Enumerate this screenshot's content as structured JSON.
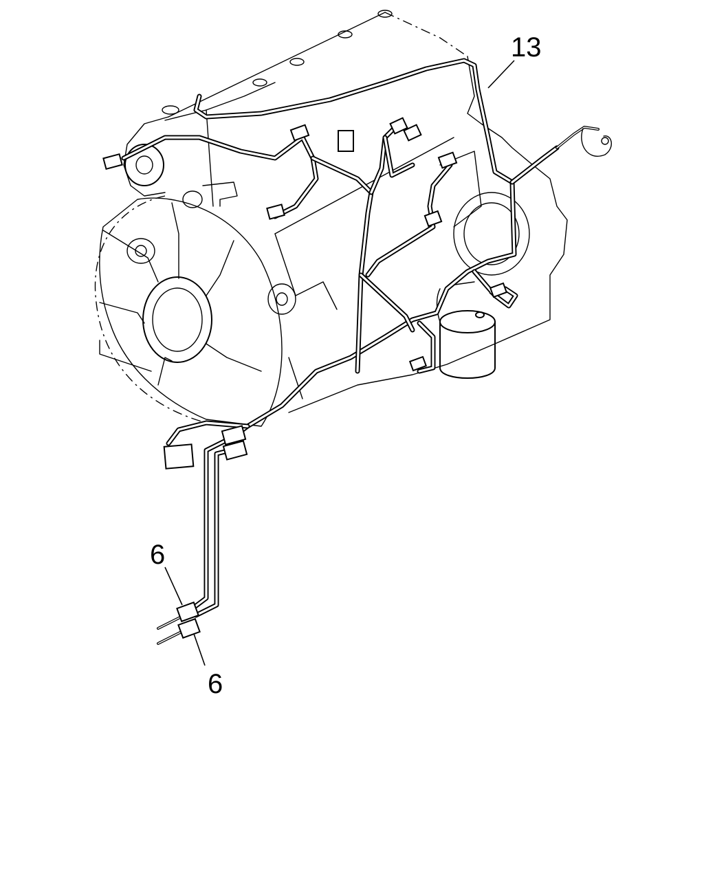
{
  "callouts": {
    "harness_label": "13",
    "connector_upper_label": "6",
    "connector_lower_label": "6"
  }
}
